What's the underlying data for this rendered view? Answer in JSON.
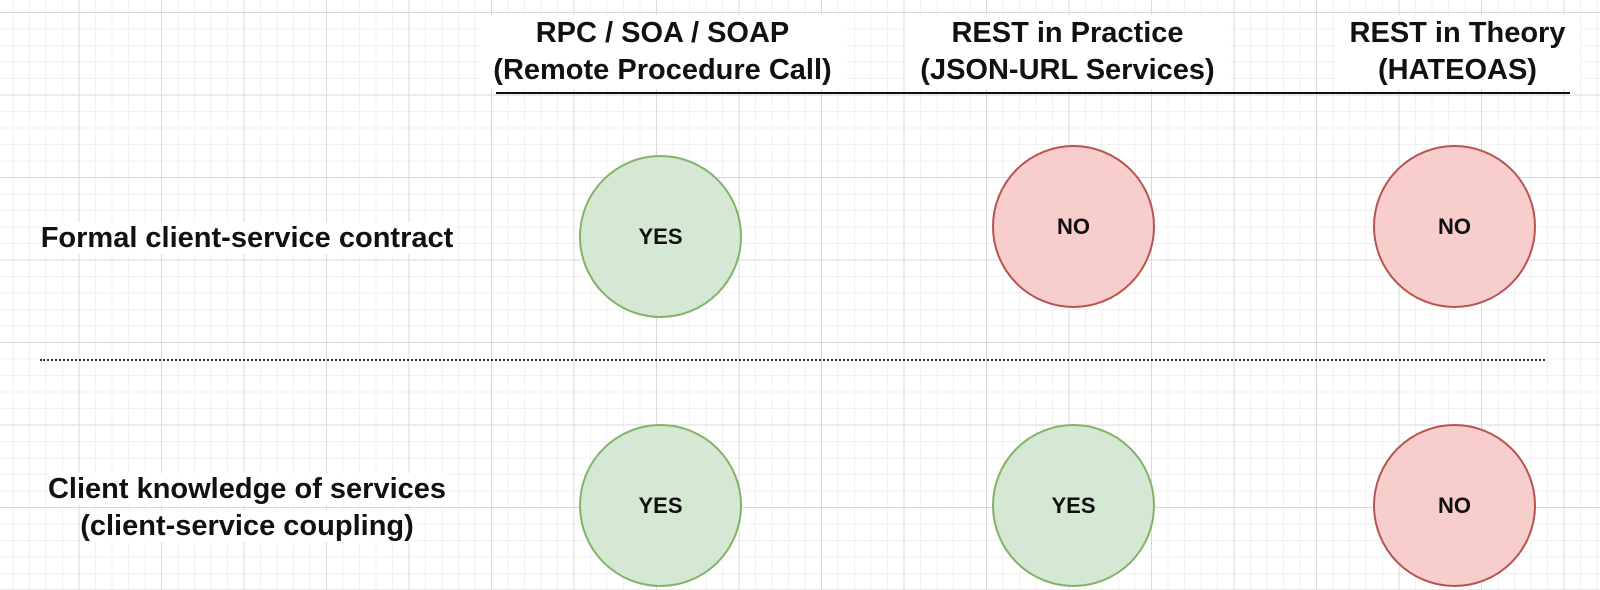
{
  "columns": [
    {
      "line1": "RPC / SOA / SOAP",
      "line2": "(Remote Procedure Call)"
    },
    {
      "line1": "REST in Practice",
      "line2": "(JSON-URL Services)"
    },
    {
      "line1": "REST in Theory",
      "line2": "(HATEOAS)"
    }
  ],
  "rows": [
    {
      "label_lines": [
        "Formal client-service contract"
      ],
      "cells": [
        {
          "text": "YES",
          "status": "yes"
        },
        {
          "text": "NO",
          "status": "no"
        },
        {
          "text": "NO",
          "status": "no"
        }
      ]
    },
    {
      "label_lines": [
        "Client knowledge of services",
        "(client-service coupling)"
      ],
      "cells": [
        {
          "text": "YES",
          "status": "yes"
        },
        {
          "text": "YES",
          "status": "yes"
        },
        {
          "text": "NO",
          "status": "no"
        }
      ]
    }
  ],
  "colors": {
    "yes_fill": "#d5e8d4",
    "yes_stroke": "#82b366",
    "no_fill": "#f8cecc",
    "no_stroke": "#b85450"
  }
}
